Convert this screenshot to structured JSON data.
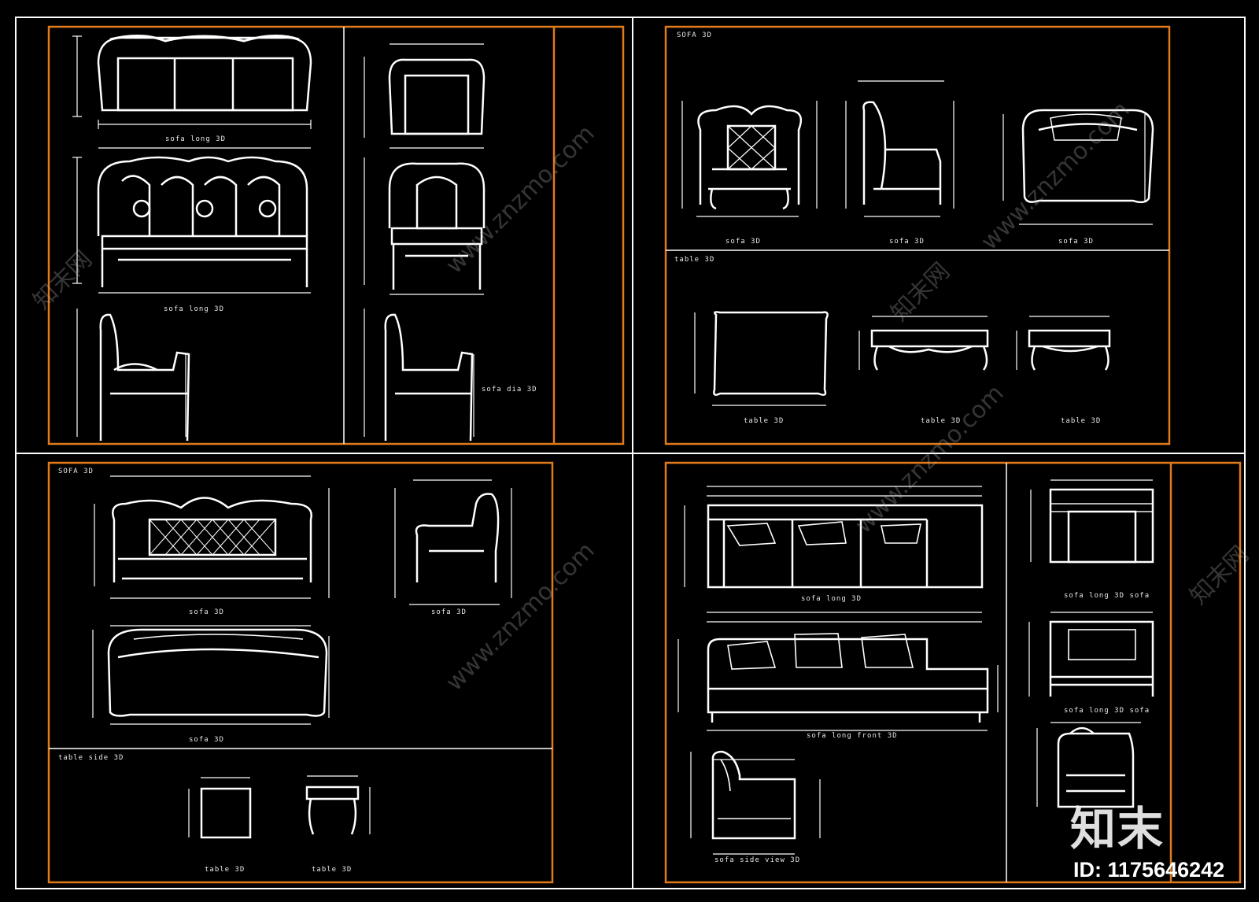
{
  "colors": {
    "background": "#000000",
    "frame": "#ffffff",
    "sheet_border": "#e07a1c",
    "linework": "#ffffff"
  },
  "labels": {
    "tl_top_front": "sofa long 3D",
    "tl_mid_front": "sofa long 3D",
    "tl_single_side": "sofa dia 3D",
    "tr_title": "SOFA 3D",
    "tr_front": "sofa 3D",
    "tr_side": "sofa 3D",
    "tr_plan": "sofa 3D",
    "tr_section_title": "table 3D",
    "tr_table_plan": "table 3D",
    "tr_table_front": "table 3D",
    "tr_table_side": "table 3D",
    "bl_title": "SOFA 3D",
    "bl_front": "sofa 3D",
    "bl_side": "sofa 3D",
    "bl_plan": "sofa 3D",
    "bl_section_title": "table side 3D",
    "bl_stool_plan": "table 3D",
    "bl_stool_front": "table 3D",
    "br_plan": "sofa long 3D",
    "br_front": "sofa long front 3D",
    "br_side": "sofa side view 3D",
    "br_single_plan": "sofa long 3D sofa",
    "br_single_front": "sofa long 3D sofa"
  },
  "watermarks": {
    "url": "www.znzmo.com",
    "cn": "知末网"
  },
  "logo": {
    "text": "知末"
  },
  "image_id": "ID: 1175646242"
}
